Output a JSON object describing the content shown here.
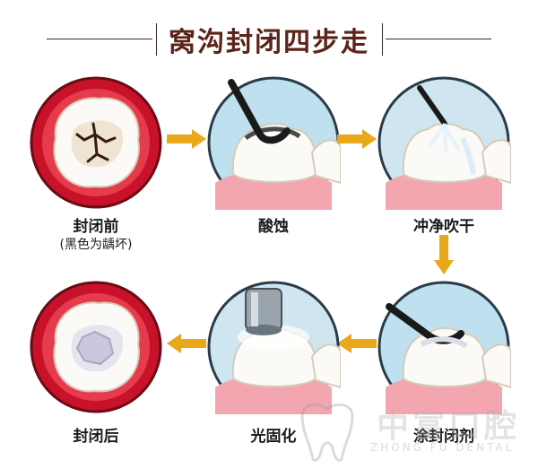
{
  "title": "窝沟封闭四步走",
  "steps": [
    {
      "label": "封闭前",
      "sub": "(黑色为龋坏)"
    },
    {
      "label": "酸蚀"
    },
    {
      "label": "冲净吹干"
    },
    {
      "label": "涂封闭剂"
    },
    {
      "label": "光固化"
    },
    {
      "label": "封闭后"
    }
  ],
  "watermark": {
    "name": "中富口腔",
    "sub": "ZHONG FU DENTAL"
  },
  "colors": {
    "arrow": "#e8a81a",
    "ring": "#c8122a",
    "title": "#5a2418",
    "gum": "#f3a6b0",
    "tooth": "#fbfaf6"
  }
}
